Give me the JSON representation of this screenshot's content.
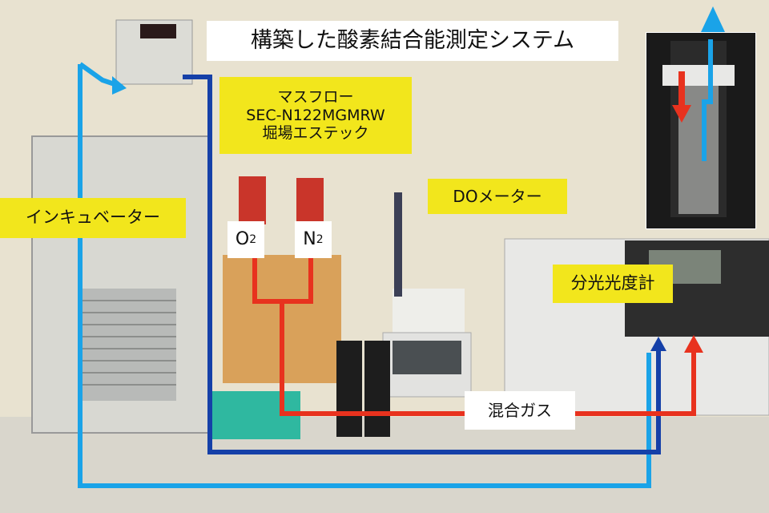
{
  "title": "構築した酸素結合能測定システム",
  "labels": {
    "massflow_line1": "マスフロー",
    "massflow_line2": "SEC-N122MGMRW",
    "massflow_line3": "堀場エステック",
    "incubator": "インキュベーター",
    "do_meter": "DOメーター",
    "spectrophotometer": "分光光度計",
    "mixed_gas": "混合ガス",
    "gas_o": "O",
    "gas_o_sub": "2",
    "gas_n": "N",
    "gas_n_sub": "2"
  },
  "colors": {
    "light_blue_line": "#1aa3e8",
    "dark_blue_line": "#1540a8",
    "red_line": "#e8321e",
    "label_yellow": "#f2e61c"
  }
}
